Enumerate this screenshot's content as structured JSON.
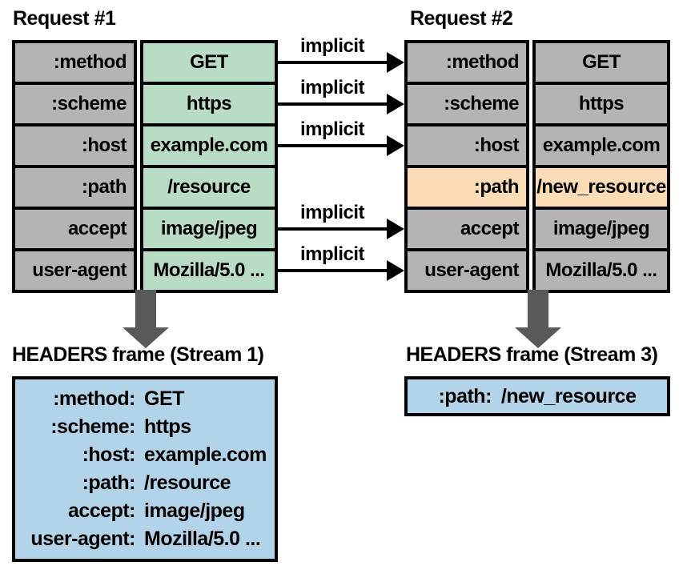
{
  "colors": {
    "label_gray": "#b4b4b4",
    "value_green": "#b8dcc6",
    "highlight_peach": "#fbdcb4",
    "frame_blue": "#b2d4e8",
    "big_arrow_gray": "#595959",
    "line_black": "#000000"
  },
  "request1": {
    "title": "Request #1",
    "rows": [
      {
        "name": ":method",
        "value": "GET"
      },
      {
        "name": ":scheme",
        "value": "https"
      },
      {
        "name": ":host",
        "value": "example.com"
      },
      {
        "name": ":path",
        "value": "/resource"
      },
      {
        "name": "accept",
        "value": "image/jpeg"
      },
      {
        "name": "user-agent",
        "value": "Mozilla/5.0 ..."
      }
    ]
  },
  "request2": {
    "title": "Request #2",
    "rows": [
      {
        "name": ":method",
        "value": "GET",
        "highlighted": false
      },
      {
        "name": ":scheme",
        "value": "https",
        "highlighted": false
      },
      {
        "name": ":host",
        "value": "example.com",
        "highlighted": false
      },
      {
        "name": ":path",
        "value": "/new_resource",
        "highlighted": true
      },
      {
        "name": "accept",
        "value": "image/jpeg",
        "highlighted": false
      },
      {
        "name": "user-agent",
        "value": "Mozilla/5.0 ...",
        "highlighted": false
      }
    ]
  },
  "implicit_arrows": {
    "label": "implicit",
    "row_indices": [
      0,
      1,
      2,
      4,
      5
    ]
  },
  "frame1": {
    "title": "HEADERS frame (Stream 1)",
    "entries": [
      {
        "key": ":method:",
        "value": "GET"
      },
      {
        "key": ":scheme:",
        "value": "https"
      },
      {
        "key": ":host:",
        "value": "example.com"
      },
      {
        "key": ":path:",
        "value": "/resource"
      },
      {
        "key": "accept:",
        "value": "image/jpeg"
      },
      {
        "key": "user-agent:",
        "value": "Mozilla/5.0 ..."
      }
    ]
  },
  "frame3": {
    "title": "HEADERS frame (Stream 3)",
    "entries": [
      {
        "key": ":path:",
        "value": "/new_resource"
      }
    ]
  }
}
